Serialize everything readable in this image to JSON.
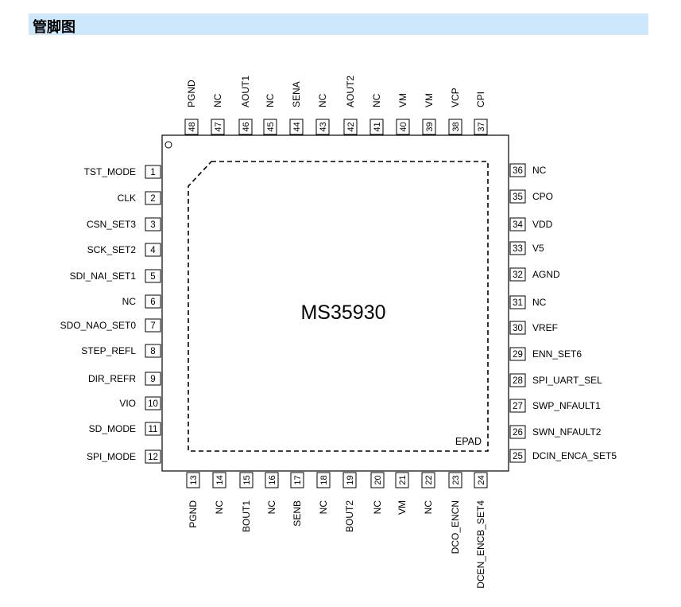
{
  "section": {
    "title": "管脚图"
  },
  "chip": {
    "part_number": "MS35930",
    "epad_label": "EPAD",
    "colors": {
      "header_bg": "#cce6fb",
      "line": "#000000"
    }
  },
  "pins": {
    "left": [
      {
        "num": "1",
        "name": "TST_MODE"
      },
      {
        "num": "2",
        "name": "CLK"
      },
      {
        "num": "3",
        "name": "CSN_SET3"
      },
      {
        "num": "4",
        "name": "SCK_SET2"
      },
      {
        "num": "5",
        "name": "SDI_NAI_SET1"
      },
      {
        "num": "6",
        "name": "NC"
      },
      {
        "num": "7",
        "name": "SDO_NAO_SET0"
      },
      {
        "num": "8",
        "name": "STEP_REFL"
      },
      {
        "num": "9",
        "name": "DIR_REFR"
      },
      {
        "num": "10",
        "name": "VIO"
      },
      {
        "num": "11",
        "name": "SD_MODE"
      },
      {
        "num": "12",
        "name": "SPI_MODE"
      }
    ],
    "bottom": [
      {
        "num": "13",
        "name": "PGND"
      },
      {
        "num": "14",
        "name": "NC"
      },
      {
        "num": "15",
        "name": "BOUT1"
      },
      {
        "num": "16",
        "name": "NC"
      },
      {
        "num": "17",
        "name": "SENB"
      },
      {
        "num": "18",
        "name": "NC"
      },
      {
        "num": "19",
        "name": "BOUT2"
      },
      {
        "num": "20",
        "name": "NC"
      },
      {
        "num": "21",
        "name": "VM"
      },
      {
        "num": "22",
        "name": "NC"
      },
      {
        "num": "23",
        "name": "DCO_ENCN"
      },
      {
        "num": "24",
        "name": "DCEN_ENCB_SET4"
      }
    ],
    "right": [
      {
        "num": "25",
        "name": "DCIN_ENCA_SET5"
      },
      {
        "num": "26",
        "name": "SWN_NFAULT2"
      },
      {
        "num": "27",
        "name": "SWP_NFAULT1"
      },
      {
        "num": "28",
        "name": "SPI_UART_SEL"
      },
      {
        "num": "29",
        "name": "ENN_SET6"
      },
      {
        "num": "30",
        "name": "VREF"
      },
      {
        "num": "31",
        "name": "NC"
      },
      {
        "num": "32",
        "name": "AGND"
      },
      {
        "num": "33",
        "name": "V5"
      },
      {
        "num": "34",
        "name": "VDD"
      },
      {
        "num": "35",
        "name": "CPO"
      },
      {
        "num": "36",
        "name": "NC"
      }
    ],
    "top": [
      {
        "num": "37",
        "name": "CPI"
      },
      {
        "num": "38",
        "name": "VCP"
      },
      {
        "num": "39",
        "name": "VM"
      },
      {
        "num": "40",
        "name": "VM"
      },
      {
        "num": "41",
        "name": "NC"
      },
      {
        "num": "42",
        "name": "AOUT2"
      },
      {
        "num": "43",
        "name": "NC"
      },
      {
        "num": "44",
        "name": "SENA"
      },
      {
        "num": "45",
        "name": "NC"
      },
      {
        "num": "46",
        "name": "AOUT1"
      },
      {
        "num": "47",
        "name": "NC"
      },
      {
        "num": "48",
        "name": "PGND"
      }
    ]
  }
}
